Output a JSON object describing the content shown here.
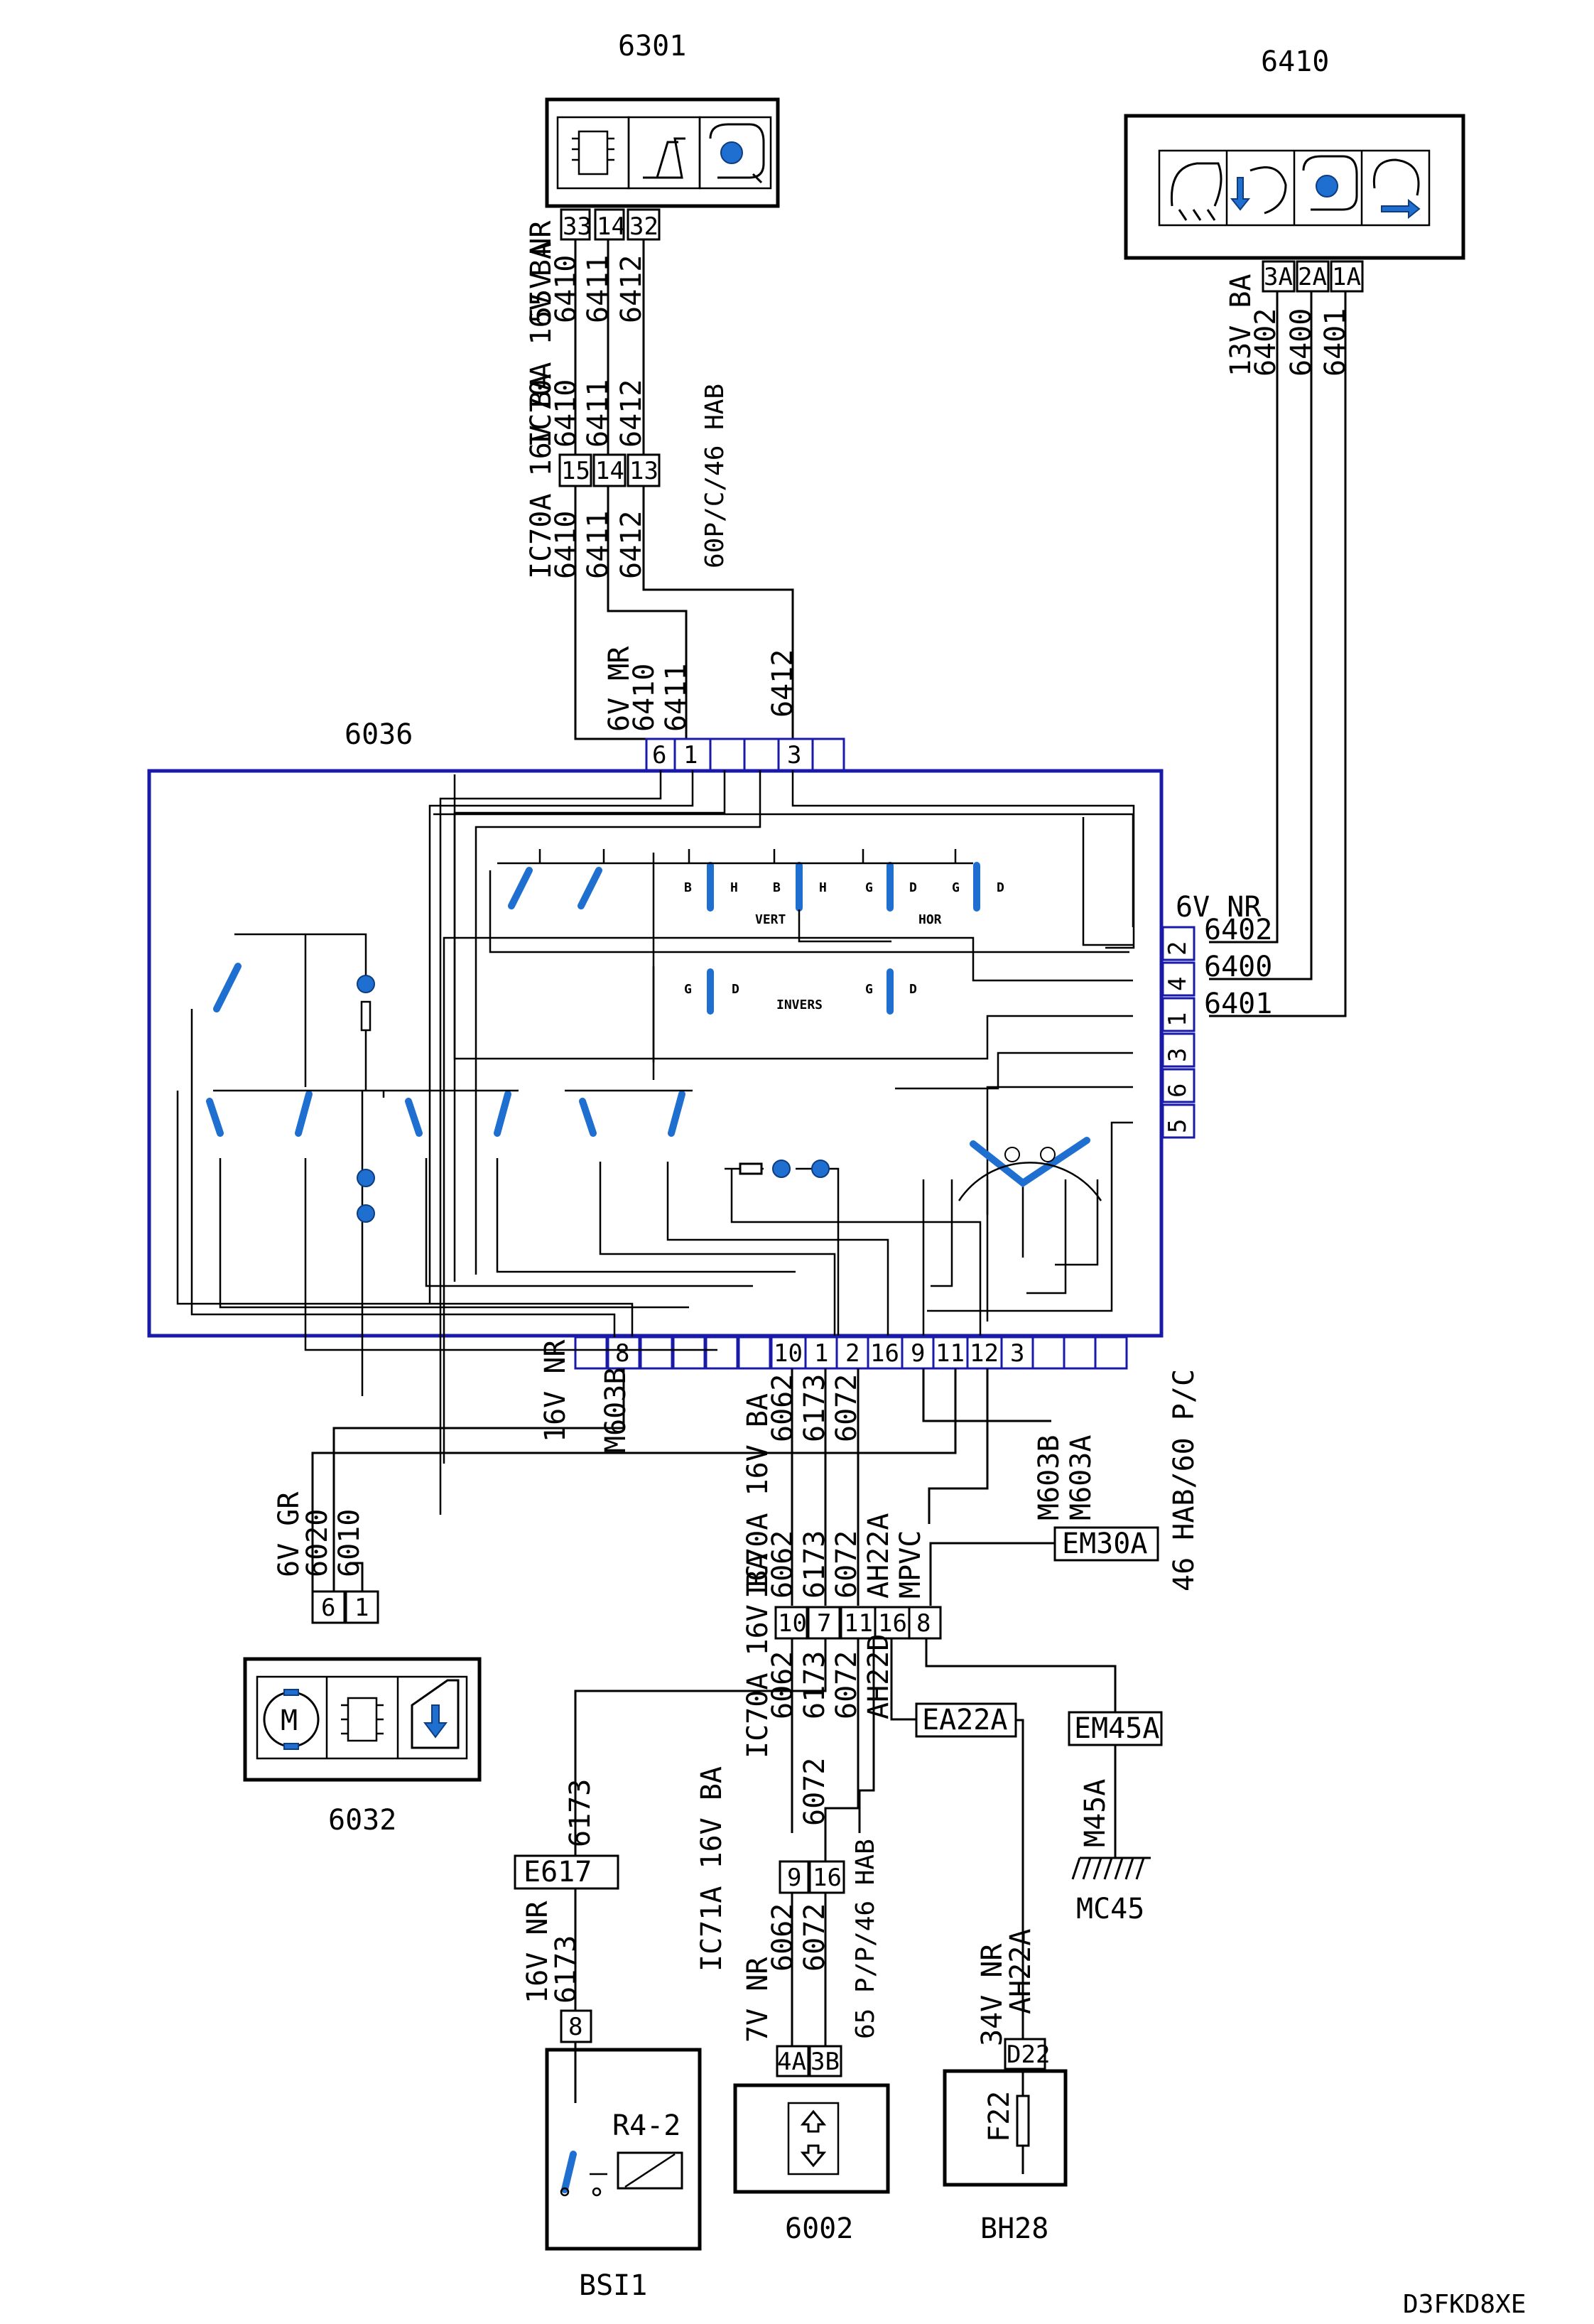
{
  "footer_code": "D3FKD8XE",
  "components": {
    "c6301": {
      "id": "6301"
    },
    "c6410": {
      "id": "6410"
    },
    "c6036": {
      "id": "6036",
      "vert": "VERT",
      "hor": "HOR",
      "invers": "INVERS"
    },
    "c6032": {
      "id": "6032"
    },
    "c6002": {
      "id": "6002"
    },
    "bh28": {
      "id": "BH28",
      "fuse": "F22"
    },
    "bsi1": {
      "id": "BSI1",
      "relay": "R4-2"
    },
    "mc45": {
      "id": "MC45"
    }
  },
  "connectors": {
    "c6301": {
      "label": "55V NR",
      "pins": [
        "33",
        "14",
        "32"
      ],
      "wires": [
        "6410",
        "6411",
        "6412"
      ]
    },
    "ic70a_top": {
      "label": "IC70A 16V BA",
      "pins": [
        "15",
        "14",
        "13"
      ],
      "wires": [
        "6410",
        "6411",
        "6412"
      ],
      "wires_below": [
        "6410",
        "6411",
        "6412"
      ],
      "note": "60P/C/46 HAB"
    },
    "c6410": {
      "label": "13V BA",
      "pins": [
        "3A",
        "2A",
        "1A"
      ],
      "wires": [
        "6402",
        "6400",
        "6401"
      ]
    },
    "c6036_top": {
      "label": "6V MR",
      "pins": [
        "6",
        "1",
        "3"
      ],
      "wires": [
        "6410",
        "6411",
        "6412"
      ]
    },
    "c6036_right": {
      "label": "6V NR",
      "pins": [
        "2",
        "4",
        "1",
        "3",
        "6",
        "5"
      ],
      "wires": [
        "6402",
        "6400",
        "6401"
      ]
    },
    "c6036_bottom": {
      "label": "16V NR",
      "pins": [
        "8",
        "10",
        "1",
        "2",
        "16",
        "9",
        "11",
        "12",
        "3"
      ],
      "wires": [
        "M603B",
        "6062",
        "6173",
        "6072"
      ]
    },
    "m603": {
      "wires": [
        "M603B",
        "M603A"
      ]
    },
    "c6032": {
      "label": "6V GR",
      "pins": [
        "6",
        "1"
      ],
      "wires": [
        "6020",
        "6010"
      ]
    },
    "ic70a_bottom": {
      "label": "IC70A 16V BA",
      "pins": [
        "10",
        "7",
        "11",
        "16",
        "8"
      ],
      "wires": [
        "6062",
        "6173",
        "6072",
        "AH22A",
        "MPVC"
      ],
      "wires_below": [
        "6062",
        "6173",
        "6072",
        "AH22D"
      ],
      "note": "46 HAB/60 P/C"
    },
    "ic71a": {
      "label": "IC71A 16V BA",
      "pins": [
        "9",
        "16"
      ],
      "wires": [
        "6072"
      ],
      "wires_below": [
        "6062",
        "6072"
      ],
      "note": "65 P/P/46 HAB"
    },
    "c6002": {
      "label": "7V NR",
      "pins": [
        "4A",
        "3B"
      ]
    },
    "bsi1": {
      "label": "16V NR",
      "pins": [
        "8"
      ],
      "wires": [
        "6173"
      ]
    },
    "bh28": {
      "label": "34V NR",
      "pins": [
        "D22"
      ],
      "wires": [
        "AH22A"
      ]
    }
  },
  "splices": {
    "em30a": "EM30A",
    "em45a": "EM45A",
    "ea22a": "EA22A",
    "e617": "E617",
    "m45a": "M45A"
  },
  "switch_letters": [
    "B",
    "H",
    "B",
    "H",
    "G",
    "D",
    "G",
    "D",
    "G",
    "D",
    "G",
    "D"
  ],
  "colors": {
    "accent": "#1f6fd1",
    "outline": "#1a1aa8"
  }
}
